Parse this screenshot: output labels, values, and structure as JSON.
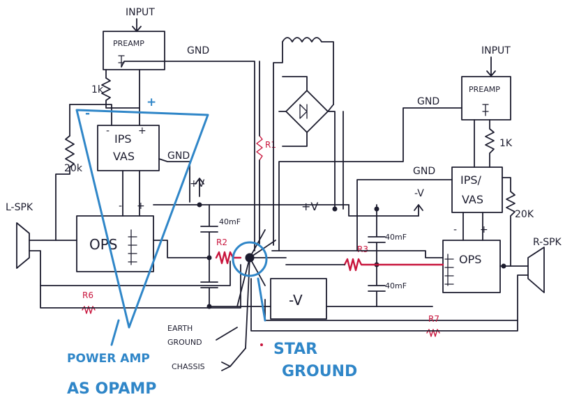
{
  "labels": {
    "input_left": "INPUT",
    "input_right": "INPUT",
    "preamp_left": "PREAMP",
    "preamp_right": "PREAMP",
    "gnd_top": "GND",
    "gnd_right_top": "GND",
    "gnd_left_vas": "GND",
    "gnd_right_vas": "GND",
    "r_1k_left": "1k",
    "r_1k_right": "1K",
    "r_20k_left": "20k",
    "r_20k_right": "20K",
    "ips_vas_left_line1": "IPS",
    "ips_vas_left_line2": "VAS",
    "ips_vas_right_line1": "IPS/",
    "ips_vas_right_line2": "VAS",
    "ops_left": "OPS",
    "ops_right": "OPS",
    "l_spk": "L-SPK",
    "r_spk": "R-SPK",
    "plus_v_small": "+V",
    "minus_v_small": "-V",
    "plus_v_rail": "+V",
    "minus_v_rail": "-V",
    "cap_1": "40mF",
    "cap_2": "40mF",
    "cap_3": "40mF",
    "r1": "R1",
    "r2": "R2",
    "r3": "R3",
    "r6": "R6",
    "r7": "R7",
    "earth_ground_line1": "EARTH",
    "earth_ground_line2": "GROUND",
    "chassis": "CHASSIS",
    "star_ground_line1": "STAR",
    "star_ground_line2": "GROUND",
    "power_amp_line1": "POWER AMP",
    "power_amp_line2": "AS OPAMP",
    "opamp_minus": "-",
    "opamp_plus": "+",
    "ips_left_minus": "-",
    "ips_left_plus": "+",
    "ops_left_minus": "-",
    "ops_left_plus": "+",
    "ops_right_minus": "-",
    "ops_right_plus": "+"
  },
  "colors": {
    "ink": "#1c1c2e",
    "annotation_blue": "#2f86c8",
    "resistor_red": "#c8143c"
  }
}
